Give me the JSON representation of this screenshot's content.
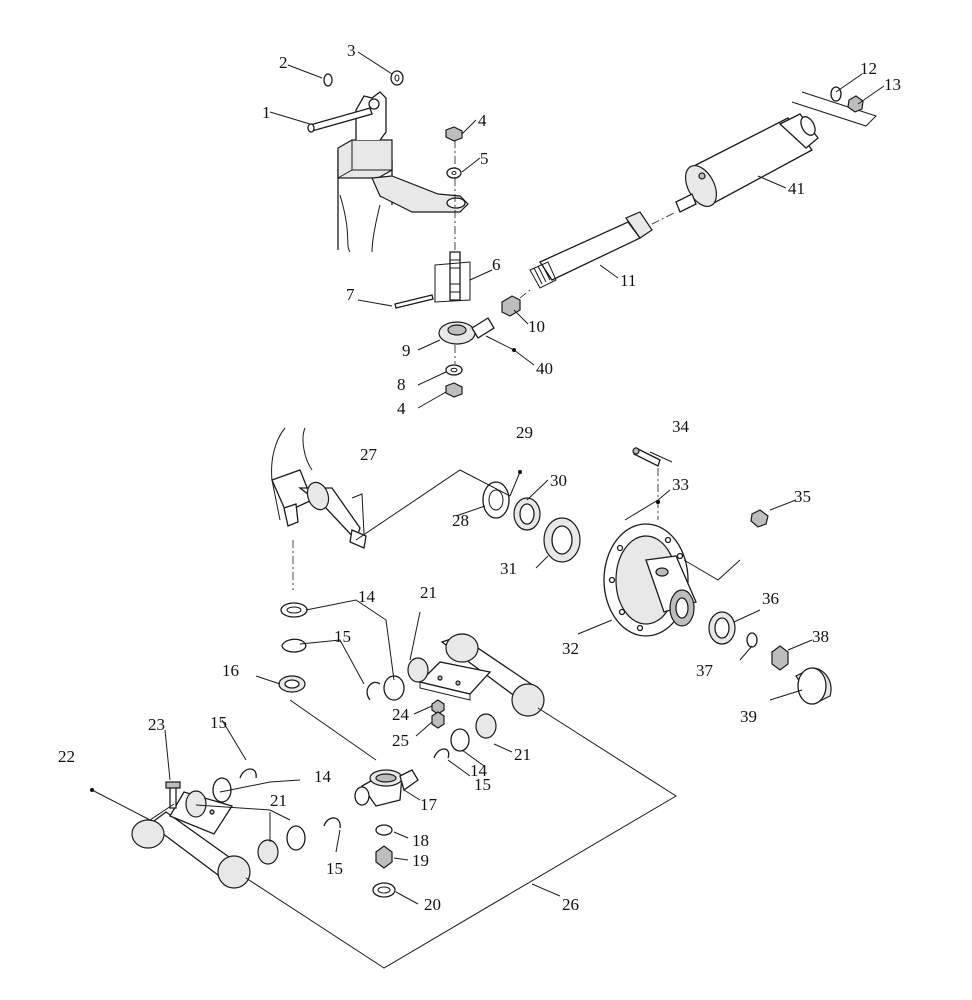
{
  "diagram": {
    "callouts": [
      {
        "id": "c1",
        "text": "1"
      },
      {
        "id": "c2",
        "text": "2"
      },
      {
        "id": "c3",
        "text": "3"
      },
      {
        "id": "c4a",
        "text": "4"
      },
      {
        "id": "c5",
        "text": "5"
      },
      {
        "id": "c6",
        "text": "6"
      },
      {
        "id": "c7",
        "text": "7"
      },
      {
        "id": "c8",
        "text": "8"
      },
      {
        "id": "c9",
        "text": "9"
      },
      {
        "id": "c4b",
        "text": "4"
      },
      {
        "id": "c10",
        "text": "10"
      },
      {
        "id": "c40",
        "text": "40"
      },
      {
        "id": "c11",
        "text": "11"
      },
      {
        "id": "c12",
        "text": "12"
      },
      {
        "id": "c13",
        "text": "13"
      },
      {
        "id": "c41",
        "text": "41"
      },
      {
        "id": "c27",
        "text": "27"
      },
      {
        "id": "c29",
        "text": "29"
      },
      {
        "id": "c28",
        "text": "28"
      },
      {
        "id": "c30",
        "text": "30"
      },
      {
        "id": "c31",
        "text": "31"
      },
      {
        "id": "c34",
        "text": "34"
      },
      {
        "id": "c33",
        "text": "33"
      },
      {
        "id": "c35",
        "text": "35"
      },
      {
        "id": "c32",
        "text": "32"
      },
      {
        "id": "c36",
        "text": "36"
      },
      {
        "id": "c37",
        "text": "37"
      },
      {
        "id": "c38",
        "text": "38"
      },
      {
        "id": "c39",
        "text": "39"
      },
      {
        "id": "c14a",
        "text": "14"
      },
      {
        "id": "c15a",
        "text": "15"
      },
      {
        "id": "c21a",
        "text": "21"
      },
      {
        "id": "c16",
        "text": "16"
      },
      {
        "id": "c24",
        "text": "24"
      },
      {
        "id": "c25",
        "text": "25"
      },
      {
        "id": "c21b",
        "text": "21"
      },
      {
        "id": "c14b",
        "text": "14"
      },
      {
        "id": "c15b",
        "text": "15"
      },
      {
        "id": "c23",
        "text": "23"
      },
      {
        "id": "c15c",
        "text": "15"
      },
      {
        "id": "c22",
        "text": "22"
      },
      {
        "id": "c14c",
        "text": "14"
      },
      {
        "id": "c21c",
        "text": "21"
      },
      {
        "id": "c17",
        "text": "17"
      },
      {
        "id": "c15d",
        "text": "15"
      },
      {
        "id": "c18",
        "text": "18"
      },
      {
        "id": "c19",
        "text": "19"
      },
      {
        "id": "c20",
        "text": "20"
      },
      {
        "id": "c26",
        "text": "26"
      }
    ]
  }
}
